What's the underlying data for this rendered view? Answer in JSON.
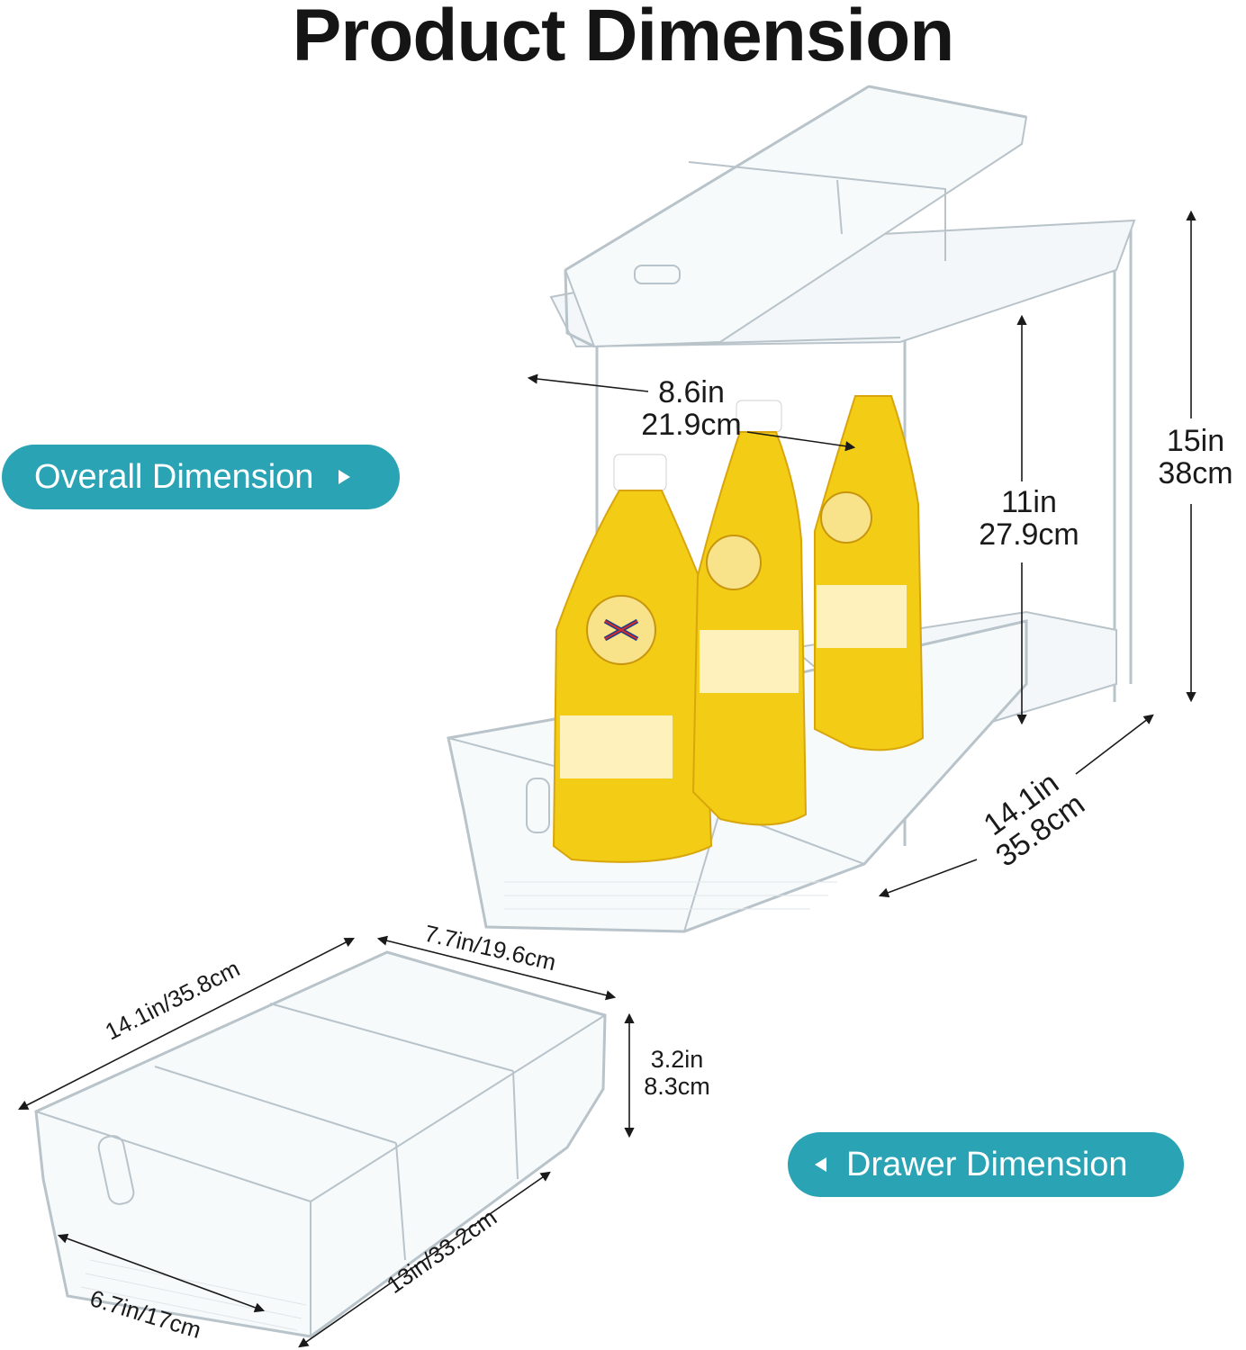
{
  "title": "Product Dimension",
  "labels": {
    "overall": "Overall Dimension",
    "drawer": "Drawer Dimension"
  },
  "colors": {
    "accent": "#2aa3b5",
    "bottle": "#f3cc16",
    "acrylic": "#c9d2d8"
  },
  "icons": {
    "overall_arrow": "triangle-right-icon",
    "drawer_arrow": "triangle-left-icon"
  },
  "overall": {
    "width": {
      "in": "8.6in",
      "cm": "21.9cm"
    },
    "inner_height": {
      "in": "11in",
      "cm": "27.9cm"
    },
    "total_height": {
      "in": "15in",
      "cm": "38cm"
    },
    "depth": {
      "in": "14.1in",
      "cm": "35.8cm"
    }
  },
  "drawer": {
    "outer_length": "14.1in/35.8cm",
    "outer_width": "7.7in/19.6cm",
    "height_in": "3.2in",
    "height_cm": "8.3cm",
    "inner_length": "13in/33.2cm",
    "inner_width": "6.7in/17cm"
  }
}
